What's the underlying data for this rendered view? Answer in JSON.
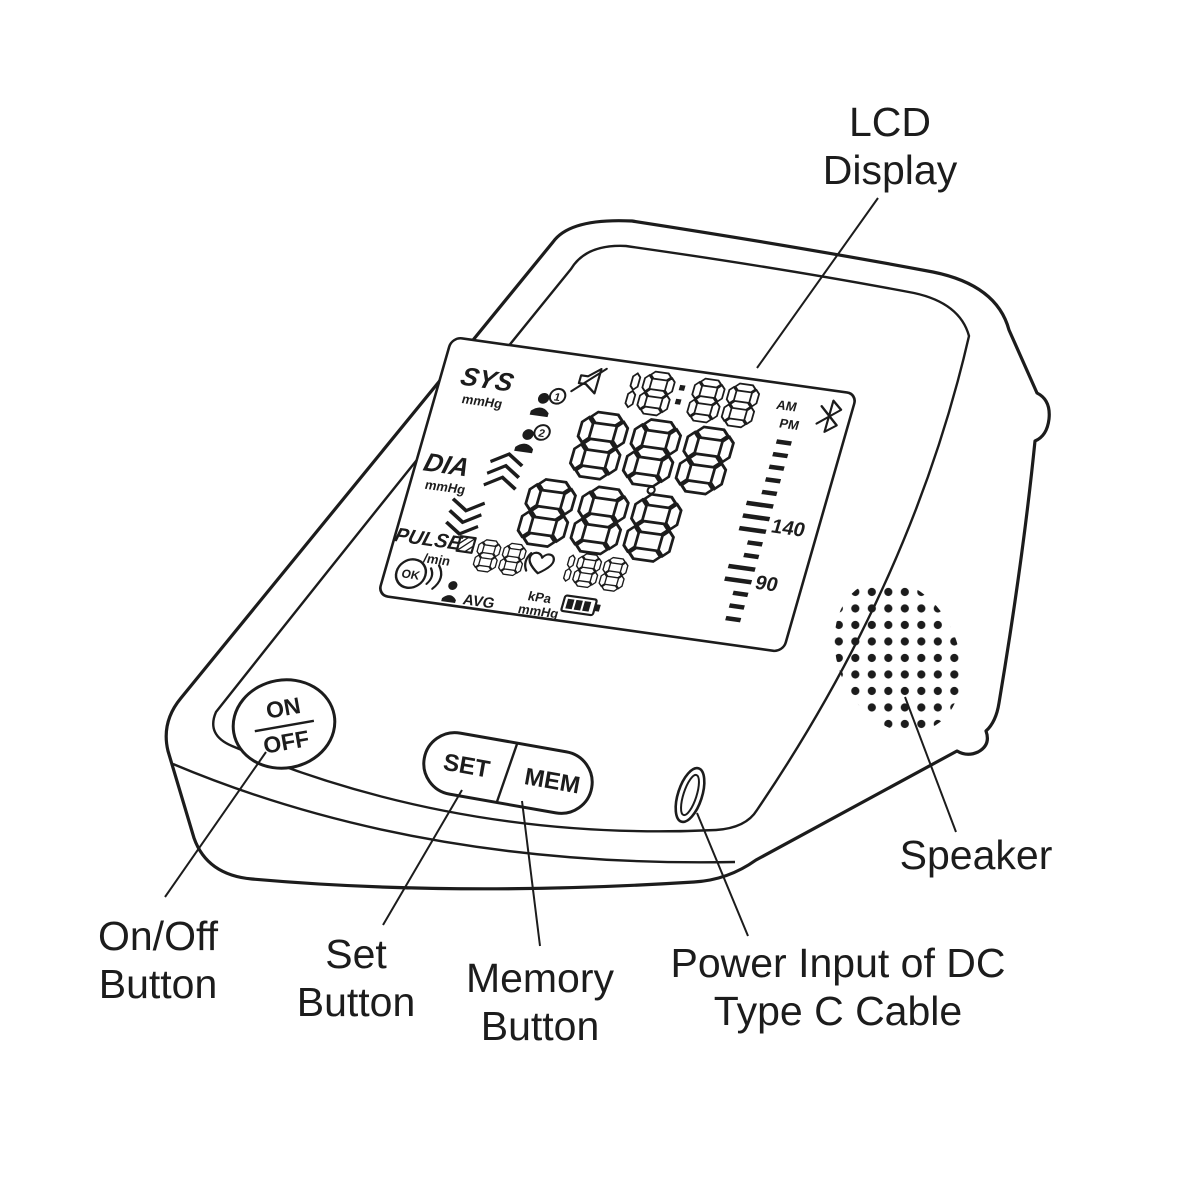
{
  "figure": {
    "type": "device-parts-diagram",
    "subject": "upper-arm blood pressure monitor"
  },
  "callouts": {
    "lcd": {
      "line1": "LCD",
      "line2": "Display"
    },
    "speaker": {
      "line1": "Speaker"
    },
    "on_off": {
      "line1": "On/Off",
      "line2": "Button"
    },
    "set": {
      "line1": "Set",
      "line2": "Button"
    },
    "memory": {
      "line1": "Memory",
      "line2": "Button"
    },
    "power": {
      "line1": "Power Input of DC",
      "line2": "Type C Cable"
    }
  },
  "device": {
    "display": {
      "sys_label": "SYS",
      "sys_unit": "mmHg",
      "dia_label": "DIA",
      "dia_unit": "mmHg",
      "pulse_label": "PULSE",
      "pulse_unit": "/min",
      "clock": "18:88",
      "am": "AM",
      "pm": "PM",
      "sys_value": "888",
      "dia_value": "888",
      "memory_count": "88",
      "pulse_value": "188",
      "user1": "1",
      "user2": "2",
      "scale_high": "140",
      "scale_low": "90",
      "ok": "OK",
      "avg": "AVG",
      "kpa_unit": "kPa",
      "mmhg_unit": "mmHg"
    },
    "buttons": {
      "on": "ON",
      "off": "OFF",
      "set": "SET",
      "mem": "MEM"
    }
  },
  "colors": {
    "line": "#1c1c1c",
    "background": "#ffffff"
  }
}
